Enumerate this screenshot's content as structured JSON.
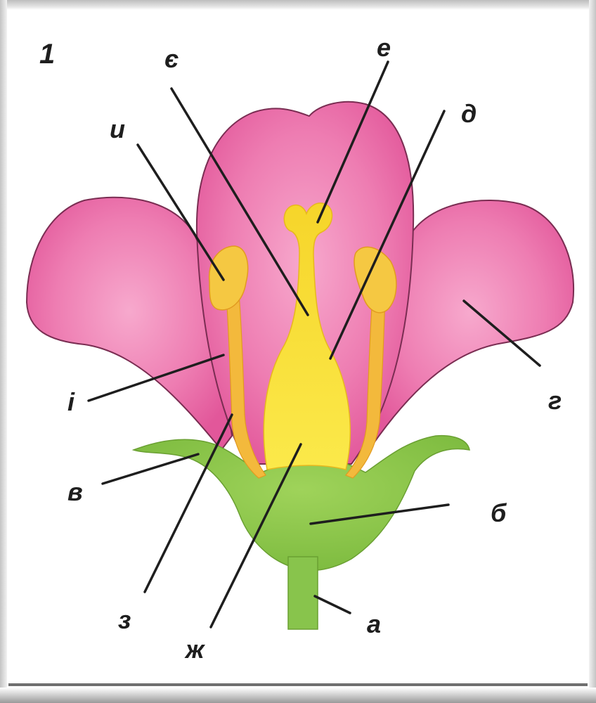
{
  "figure": {
    "number": "1"
  },
  "labels": {
    "a": "а",
    "b": "б",
    "v": "в",
    "g": "г",
    "d": "д",
    "e": "е",
    "ye": "є",
    "zh": "ж",
    "z": "з",
    "y": "и",
    "i": "і"
  },
  "colors": {
    "petal": "#e96aa5",
    "petal_outline": "#7a2d52",
    "sepal": "#8cc84b",
    "stem": "#8cc84b",
    "pistil": "#f5dc2a",
    "stamen": "#f2b63a"
  }
}
